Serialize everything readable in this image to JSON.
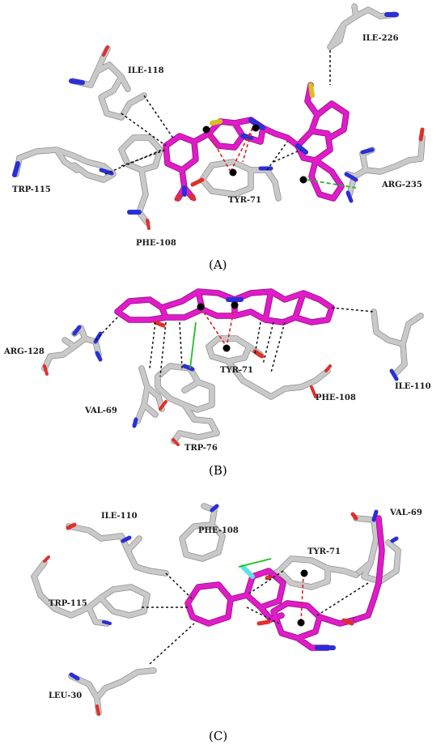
{
  "panels": [
    {
      "label": "(A)",
      "residues": [
        "ILE-226",
        "ILE-118",
        "TRP-115",
        "TYR-71",
        "ARG-235",
        "PHE-108"
      ]
    },
    {
      "label": "(B)",
      "residues": [
        "ARG-128",
        "TYR-71",
        "ILE-110",
        "VAL-69",
        "PHE-108",
        "TRP-76"
      ]
    },
    {
      "label": "(C)",
      "residues": [
        "ILE-110",
        "PHE-108",
        "VAL-69",
        "TYR-71",
        "TRP-115",
        "LEU-30"
      ]
    }
  ],
  "colors": {
    "ligand": "#e01bc8",
    "residue": "#c9c9c9",
    "nitrogen": "#2a2fd6",
    "oxygen": "#e0302a",
    "sulfur": "#d8c020",
    "fluorine": "#5fe0e6",
    "hydrophobic_contact": "#111111",
    "pi_interaction": "#e02020",
    "hydrogen_bond": "#22b822"
  }
}
